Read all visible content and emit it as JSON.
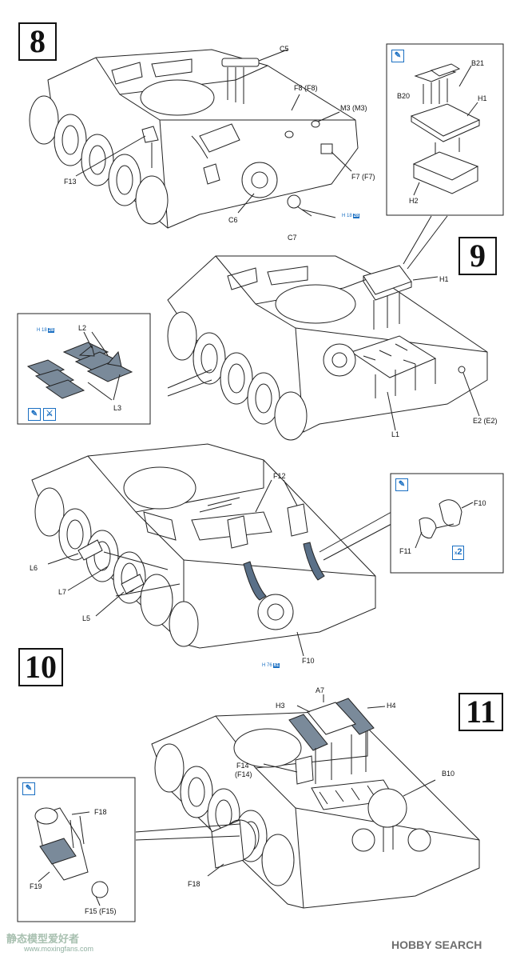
{
  "steps": [
    {
      "number": "8"
    },
    {
      "number": "9"
    },
    {
      "number": "10"
    },
    {
      "number": "11"
    }
  ],
  "labels": {
    "s8": {
      "C5": "C5",
      "F8": "F8 (F8)",
      "M3": "M3 (M3)",
      "F13": "F13",
      "C6": "C6",
      "C7": "C7",
      "F7": "F7 (F7)"
    },
    "s8_inset": {
      "B21": "B21",
      "B20": "B20",
      "H1": "H1",
      "H2": "H2"
    },
    "s9": {
      "H1": "H1",
      "L1": "L1",
      "E2": "E2 (E2)"
    },
    "s9_inset": {
      "L2": "L2",
      "L3": "L3"
    },
    "s10": {
      "F12": "F12",
      "L6": "L6",
      "L7": "L7",
      "L5": "L5",
      "F10": "F10"
    },
    "s10_inset": {
      "F10": "F10",
      "F11": "F11"
    },
    "s11": {
      "A7": "A7",
      "H3": "H3",
      "H4": "H4",
      "B10": "B10",
      "F14": "F14",
      "F14b": "(F14)",
      "F18": "F18"
    },
    "s11_inset": {
      "F18": "F18",
      "F19": "F19",
      "F15": "F15 (F15)"
    }
  },
  "paint_refs": [
    {
      "prefix": "H 18",
      "code": "28"
    },
    {
      "prefix": "H 18",
      "code": "28"
    },
    {
      "prefix": "H 76",
      "code": "61"
    }
  ],
  "multiplier": {
    "x": "x",
    "count": "2"
  },
  "icons": [
    "paint-brush-icon",
    "knife-icon"
  ],
  "watermarks": {
    "left": "静态模型爱好者",
    "left_url": "www.moxingfans.com",
    "right": "HOBBY SEARCH"
  },
  "colors": {
    "line": "#222222",
    "paint_blue": "#1a6fc2",
    "part_fill": "#7a8a9a"
  }
}
